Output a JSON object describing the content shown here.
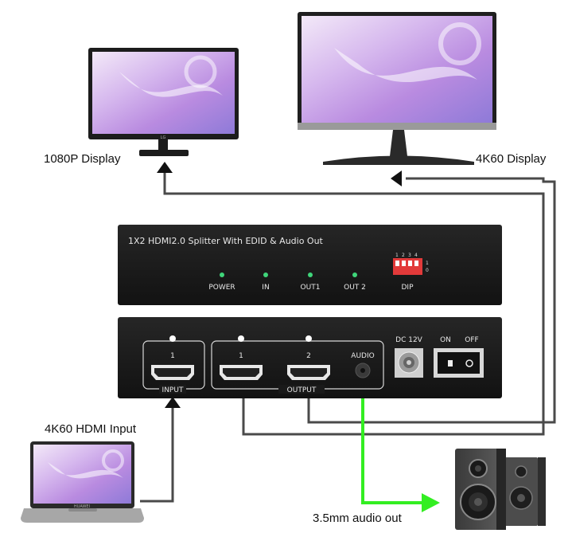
{
  "labels": {
    "display_1080p": "1080P Display",
    "display_4k60": "4K60 Display",
    "hdmi_input": "4K60 HDMI Input",
    "audio_out": "3.5mm audio out"
  },
  "front_panel": {
    "title": "1X2 HDMI2.0 Splitter With EDID & Audio Out",
    "leds": [
      "POWER",
      "IN",
      "OUT1",
      "OUT 2"
    ],
    "dip_label": "DIP",
    "dip_numbers": [
      "1",
      "2",
      "3",
      "4"
    ],
    "dip_states": [
      "1",
      "0"
    ]
  },
  "rear_panel": {
    "input_port_number": "1",
    "input_label": "INPUT",
    "output_port_numbers": [
      "1",
      "2"
    ],
    "output_label": "OUTPUT",
    "audio_label": "AUDIO",
    "dc_label": "DC 12V",
    "on_label": "ON",
    "off_label": "OFF"
  },
  "brand_marks": {
    "monitor_small": "LG",
    "laptop": "HUAWEI"
  },
  "colors": {
    "device": "#1a1a1a",
    "cable": "#4a4a4a",
    "audio_cable": "#33ee22",
    "led": "#3fd57a",
    "dip": "#e23a3a"
  }
}
